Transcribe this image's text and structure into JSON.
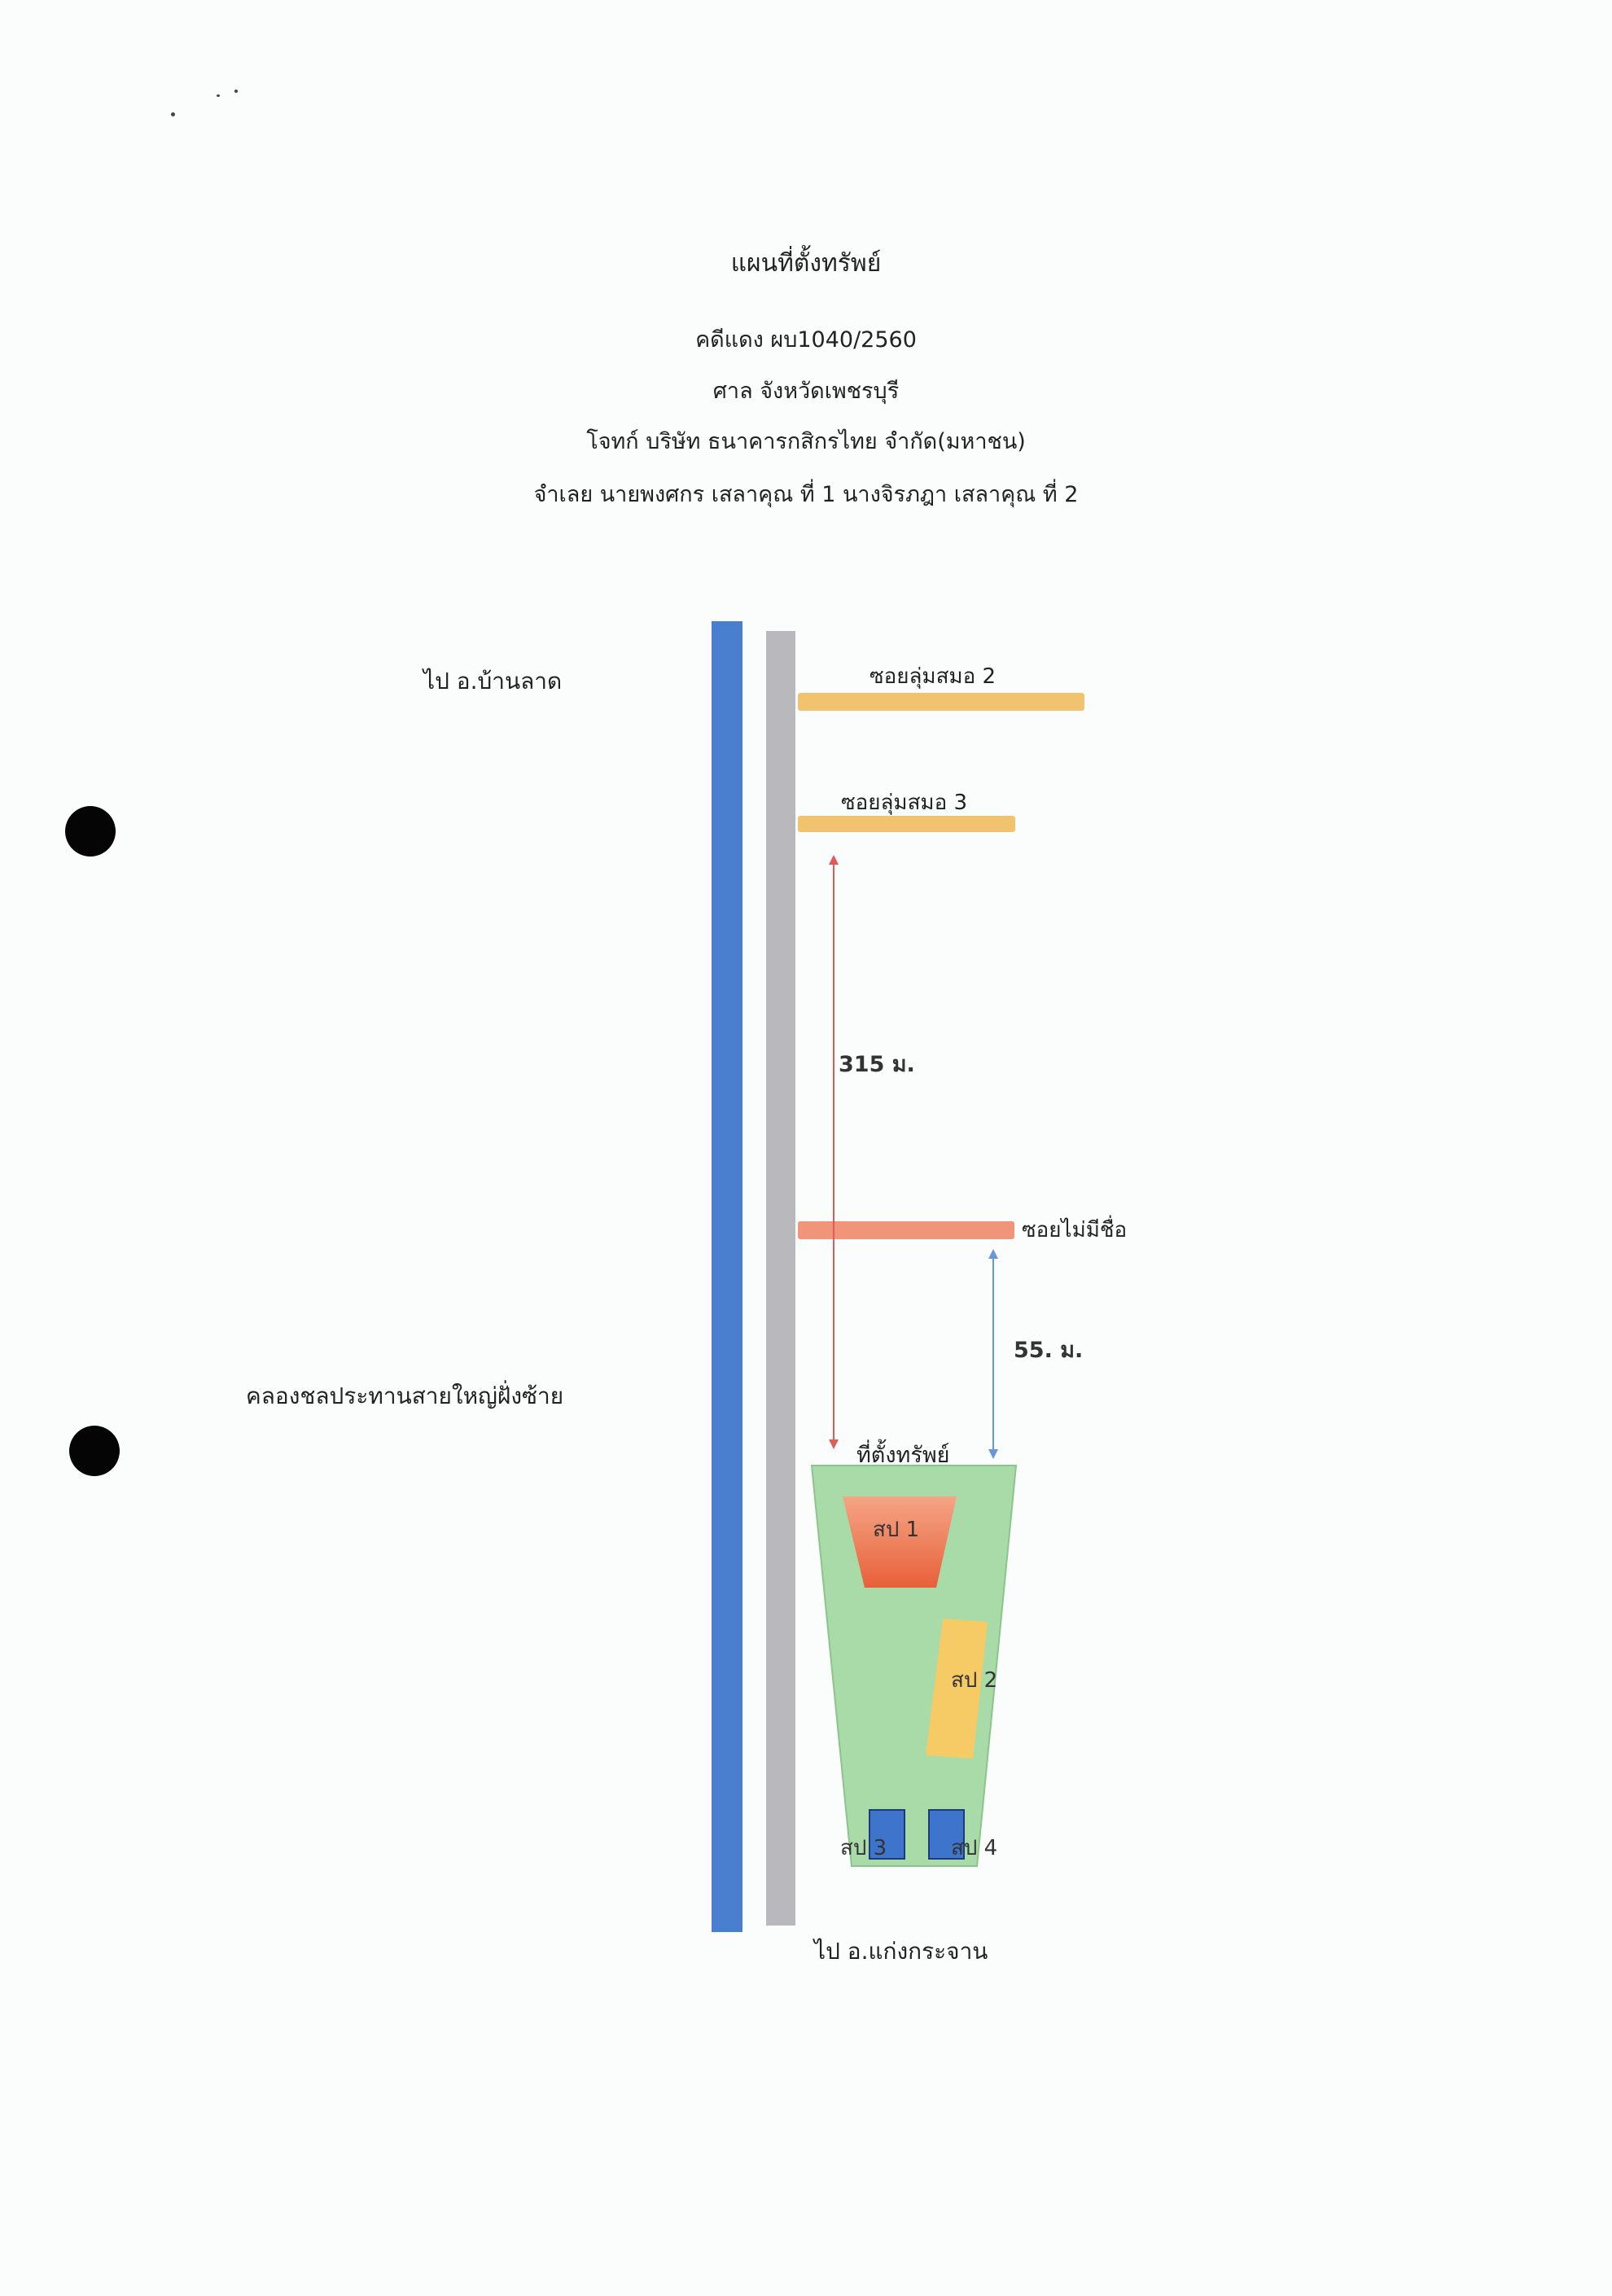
{
  "header": {
    "title": "แผนที่ตั้งทรัพย์",
    "case": "คดีแดง ผบ1040/2560",
    "court": "ศาล จังหวัดเพชรบุรี",
    "plaintiff": "โจทก์ บริษัท ธนาคารกสิกรไทย จำกัด(มหาชน)",
    "defendants": "จำเลย นายพงศกร เสลาคุณ ที่ 1 นางจิรภฎา เสลาคุณ ที่ 2"
  },
  "map": {
    "direction_north": "ไป อ.บ้านลาด",
    "direction_south": "ไป อ.แก่งกระจาน",
    "canal_label": "คลองชลประทานสายใหญ่ฝั่งซ้าย",
    "soi_2": "ซอยลุ่มสมอ 2",
    "soi_3": "ซอยลุ่มสมอ 3",
    "soi_unnamed": "ซอยไม่มีชื่อ",
    "distance_long": "315 ม.",
    "distance_short": "55. ม.",
    "property_label": "ที่ตั้งทรัพย์",
    "buildings": [
      "สป 1",
      "สป 2",
      "สป 3",
      "สป 4"
    ],
    "colors": {
      "canal": "#4a7fd0",
      "road": "#b9b9bd",
      "soi": "#f2c36e",
      "soi_unnamed": "#f0957a",
      "arrow_long": "#e05a5a",
      "arrow_short": "#6a95d6",
      "property": "#a8dba8",
      "building_1": "#f07a55",
      "building_2": "#f6cb66",
      "building_small": "#3f74cc"
    }
  }
}
